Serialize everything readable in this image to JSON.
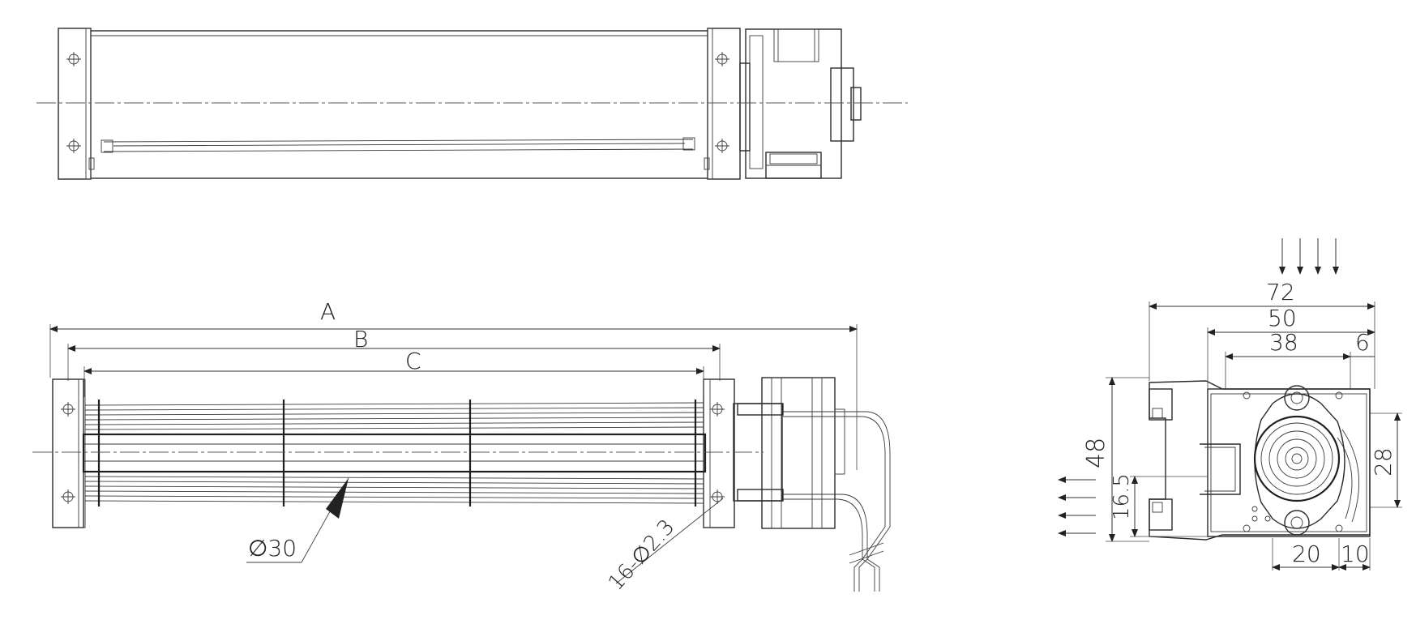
{
  "colors": {
    "line": "#2b2b2b",
    "background": "#ffffff"
  },
  "labels": {
    "dim_A": "A",
    "dim_B": "B",
    "dim_C": "C",
    "impeller_diameter": "∅30",
    "mounting_holes": "16-∅2.3",
    "width_72": "72",
    "width_50": "50",
    "width_38": "38",
    "width_6": "6",
    "height_48": "48",
    "height_28": "28",
    "height_16_5": "16.5",
    "width_20": "20",
    "width_10": "10"
  }
}
